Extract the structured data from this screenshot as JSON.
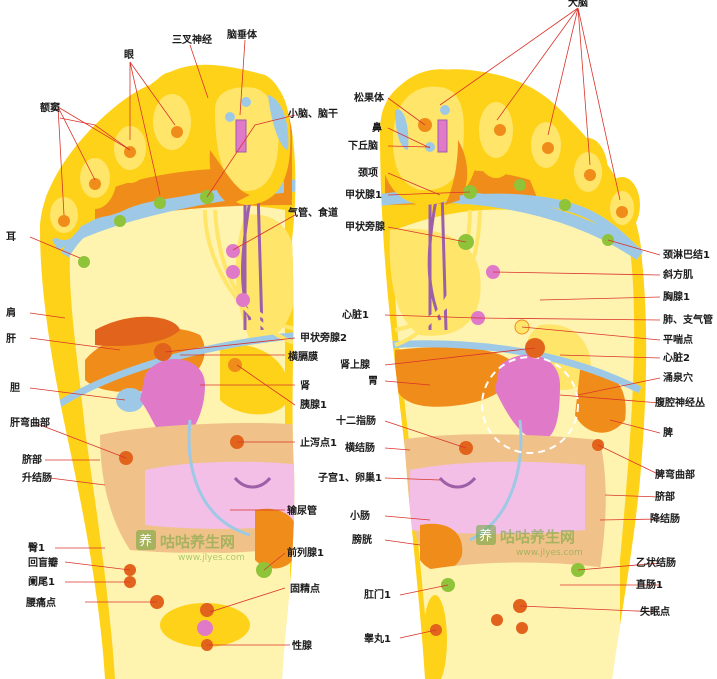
{
  "colors": {
    "foot_yellow": "#ffd21a",
    "inner_cream": "#fff3b0",
    "light_yellow": "#ffe56a",
    "orange": "#f08d1a",
    "dark_orange": "#e2631c",
    "blue": "#9ec9e6",
    "pink": "#e07ac8",
    "light_pink": "#f3bfe6",
    "tan": "#f0c28a",
    "purple": "#9c5fa8",
    "red_dot": "#d9342b",
    "green_dot": "#8fc33a",
    "leader": "#d9342b"
  },
  "watermark": {
    "text": "咕咕养生网",
    "url": "www.jlyes.com",
    "icon_glyph": "养"
  },
  "labels": {
    "left": {
      "yanjing": "眼",
      "sancha": "三叉神经",
      "naochuiti": "脑垂体",
      "edou": "额窦",
      "xiaonao": "小脑、脑干",
      "er": "耳",
      "qiguan": "气管、食道",
      "jian": "肩",
      "gan": "肝",
      "jiazhuangpang2": "甲状旁腺2",
      "hengge": "横膈膜",
      "dan": "胆",
      "shen": "肾",
      "yixian": "胰腺1",
      "gan_wanqu": "肝弯曲部",
      "zhixie": "止泻点1",
      "qibu": "脐部",
      "shengjiechang": "升结肠",
      "shuniaoguan": "输尿管",
      "bi": "臀1",
      "huimangban": "回盲瓣",
      "qianliexian": "前列腺1",
      "lanwei": "阑尾1",
      "gujingdian": "固精点",
      "yaotong": "腰痛点",
      "xingxian": "性腺"
    },
    "right": {
      "danao": "大脑",
      "songguoti": "松果体",
      "bi_nose": "鼻",
      "xiaqiunao": "下丘脑",
      "jingxiang": "颈项",
      "jiazhuangxian": "甲状腺1",
      "jiazhuangpang": "甲状旁腺",
      "jinglinba": "颈淋巴结1",
      "xiefangji": "斜方肌",
      "xiongxian": "胸腺1",
      "fei": "肺、支气管",
      "pingchuandian": "平喘点",
      "xinzang1": "心脏1",
      "xinzang2": "心脏2",
      "shenshangxian": "肾上腺",
      "yongquan": "涌泉穴",
      "wei": "胃",
      "fuqiang": "腹腔神经丛",
      "shierzhichang": "十二指肠",
      "pi": "脾",
      "hengjiechang": "横结肠",
      "pi_wanqu": "脾弯曲部",
      "zigong": "子宫1、卵巢1",
      "qibu": "脐部",
      "xiaochang": "小肠",
      "jiangjiechang": "降结肠",
      "pangguang": "膀胱",
      "yijiechang": "乙状结肠",
      "gangmen": "肛门1",
      "zhichang": "直肠1",
      "shimian": "失眠点",
      "gaowan": "睾丸1"
    }
  }
}
